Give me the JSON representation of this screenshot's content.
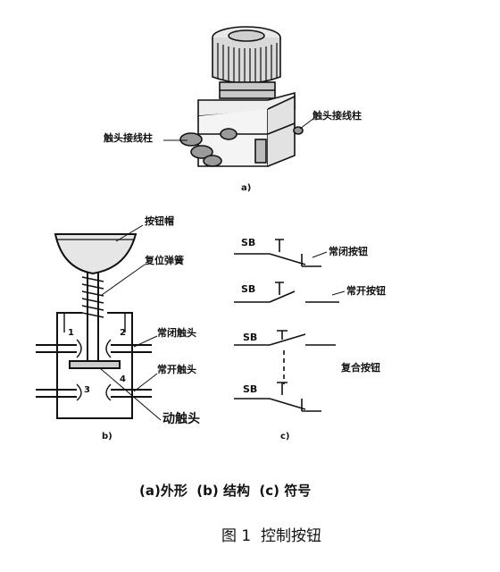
{
  "figure": {
    "a": {
      "label_left": "触头接线柱",
      "label_right": "触头接线柱",
      "sublabel": "a)"
    },
    "b": {
      "cap_label": "按钮帽",
      "spring_label": "复位弹簧",
      "nc_label": "常闭触头",
      "no_label": "常开触头",
      "moving_label": "动触头",
      "terminals": [
        "1",
        "2",
        "3",
        "4"
      ],
      "sublabel": "b)"
    },
    "c": {
      "nc": {
        "symbol": "SB",
        "label": "常闭按钮"
      },
      "no": {
        "symbol": "SB",
        "label": "常开按钮"
      },
      "combo": {
        "symbol_top": "SB",
        "symbol_bottom": "SB",
        "label": "复合按钮"
      },
      "sublabel": "c)"
    },
    "caption": "(a)外形  (b) 结构  (c) 符号",
    "title": "图 1  控制按钮"
  }
}
